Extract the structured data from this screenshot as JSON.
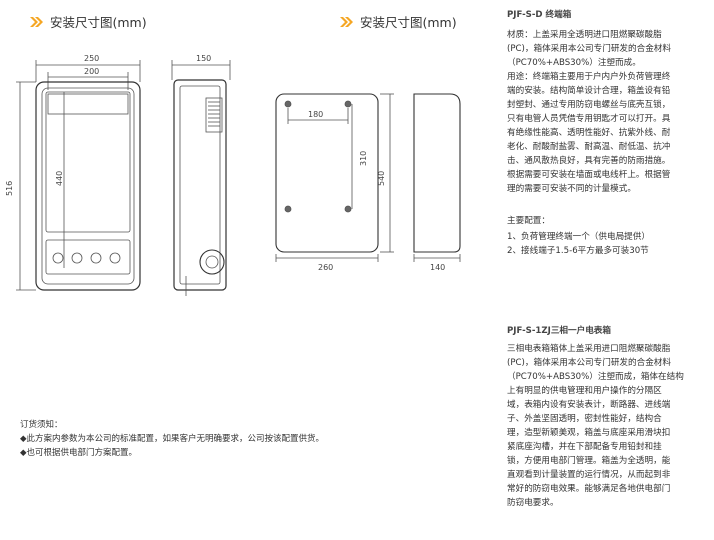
{
  "left_header": {
    "title": "安装尺寸图(mm)"
  },
  "mid_header": {
    "title": "安装尺寸图(mm)"
  },
  "drawing1": {
    "front_w_outer": "250",
    "front_w_inner": "200",
    "front_h_outer": "516",
    "front_h_inner": "440",
    "side_depth": "150"
  },
  "drawing2": {
    "hole_w": "180",
    "hole_h": "310",
    "panel_h": "540",
    "panel_w": "260",
    "side_depth": "140"
  },
  "order_notes": {
    "title": "订货须知：",
    "line1": "◆此方案内参数为本公司的标准配置，如果客户无明确要求，公司按该配置供货。",
    "line2": "◆也可根据供电部门方案配置。"
  },
  "product1": {
    "title": "PJF-S-D 终端箱",
    "desc": [
      "材质：上盖采用全透明进口阻燃聚碳酸脂",
      "(PC)，箱体采用本公司专门研发的合金材料",
      "（PC70%+ABS30%）注塑而成。",
      "用途：终端箱主要用于户内户外负荷管理终",
      "端的安装。结构简单设计合理，箱盖设有铅",
      "封塑封、通过专用防窃电螺丝与底壳互锁，",
      "只有电管人员凭借专用钥匙才可以打开。具",
      "有绝缘性能高、透明性能好、抗紫外线、耐",
      "老化、耐酸耐盐雾、耐高温、耐低温、抗冲",
      "击、通风散热良好，具有完善的防雨措施。",
      "根据需要可安装在墙面或电线杆上。根据管",
      "理的需要可安装不同的计量模式。"
    ],
    "config_title": "主要配置：",
    "config": [
      "1、负荷管理终端一个（供电局提供）",
      "2、接线端子1.5-6平方最多可装30节"
    ]
  },
  "product2": {
    "title": "PJF-S-1ZJ三相一户电表箱",
    "desc": [
      "三相电表箱箱体上盖采用进口阻燃聚碳酸脂",
      "(PC)，箱体采用本公司专门研发的合金材料",
      "（PC70%+ABS30%）注塑而成，箱体在结构",
      "上有明显的供电管理和用户操作的分隔区",
      "域，表箱内设有安装表计，断路器、进线端",
      "子、外盖坚固透明，密封性能好，结构合",
      "理，造型新颖美观，箱盖与底座采用滑块扣",
      "紧底座沟槽，并在下部配备专用铅封和挂",
      "锁，方便用电部门管理。箱盖为全透明，能",
      "直观看到计量装置的运行情况，从而起到非",
      "常好的防窃电效果。能够满足各地供电部门",
      "防窃电要求。"
    ]
  }
}
